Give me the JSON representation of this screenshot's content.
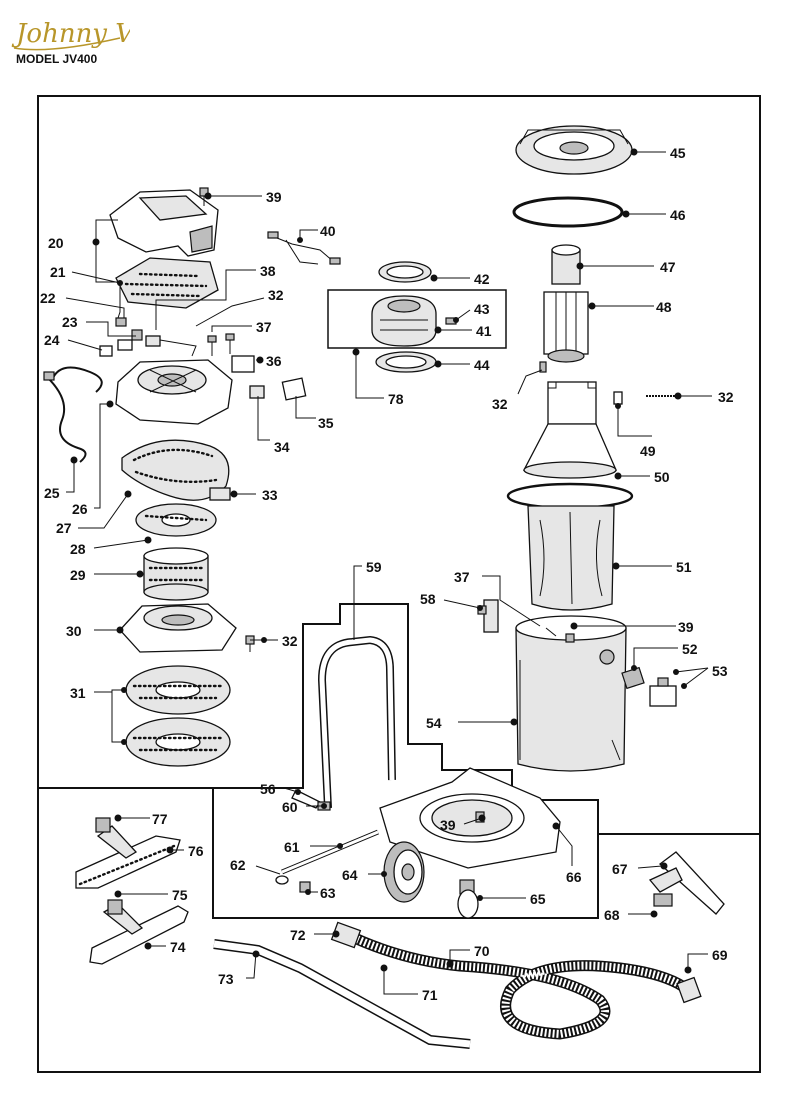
{
  "header": {
    "brand": "Johnny Vac",
    "model": "MODEL JV400"
  },
  "parts": [
    {
      "num": "20"
    },
    {
      "num": "21"
    },
    {
      "num": "22"
    },
    {
      "num": "23"
    },
    {
      "num": "24"
    },
    {
      "num": "25"
    },
    {
      "num": "26"
    },
    {
      "num": "27"
    },
    {
      "num": "28"
    },
    {
      "num": "29"
    },
    {
      "num": "30"
    },
    {
      "num": "31"
    },
    {
      "num": "32"
    },
    {
      "num": "33"
    },
    {
      "num": "34"
    },
    {
      "num": "35"
    },
    {
      "num": "36"
    },
    {
      "num": "37"
    },
    {
      "num": "38"
    },
    {
      "num": "39"
    },
    {
      "num": "40"
    },
    {
      "num": "41"
    },
    {
      "num": "42"
    },
    {
      "num": "43"
    },
    {
      "num": "44"
    },
    {
      "num": "45"
    },
    {
      "num": "46"
    },
    {
      "num": "47"
    },
    {
      "num": "48"
    },
    {
      "num": "49"
    },
    {
      "num": "50"
    },
    {
      "num": "51"
    },
    {
      "num": "52"
    },
    {
      "num": "53"
    },
    {
      "num": "54"
    },
    {
      "num": "56"
    },
    {
      "num": "58"
    },
    {
      "num": "59"
    },
    {
      "num": "60"
    },
    {
      "num": "61"
    },
    {
      "num": "62"
    },
    {
      "num": "63"
    },
    {
      "num": "64"
    },
    {
      "num": "65"
    },
    {
      "num": "66"
    },
    {
      "num": "67"
    },
    {
      "num": "68"
    },
    {
      "num": "69"
    },
    {
      "num": "70"
    },
    {
      "num": "71"
    },
    {
      "num": "72"
    },
    {
      "num": "73"
    },
    {
      "num": "74"
    },
    {
      "num": "75"
    },
    {
      "num": "76"
    },
    {
      "num": "77"
    },
    {
      "num": "78"
    }
  ]
}
